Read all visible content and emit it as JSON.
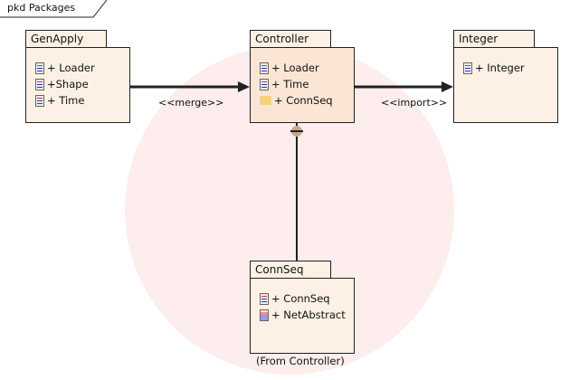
{
  "frame_title": "pkd Packages",
  "packages": {
    "genapply": {
      "name": "GenApply",
      "items": [
        "+ Loader",
        "+Shape",
        "+ Time"
      ]
    },
    "controller": {
      "name": "Controller",
      "items": [
        "+ Loader",
        "+ Time",
        "+ ConnSeq"
      ]
    },
    "integer": {
      "name": "Integer",
      "items": [
        "+ Integer"
      ]
    },
    "connseq": {
      "name": "ConnSeq",
      "items": [
        "+ ConnSeq",
        "+ NetAbstract"
      ],
      "origin": "(From Controller)"
    }
  },
  "relations": {
    "merge": "<<merge>>",
    "import": "<<import>>"
  }
}
